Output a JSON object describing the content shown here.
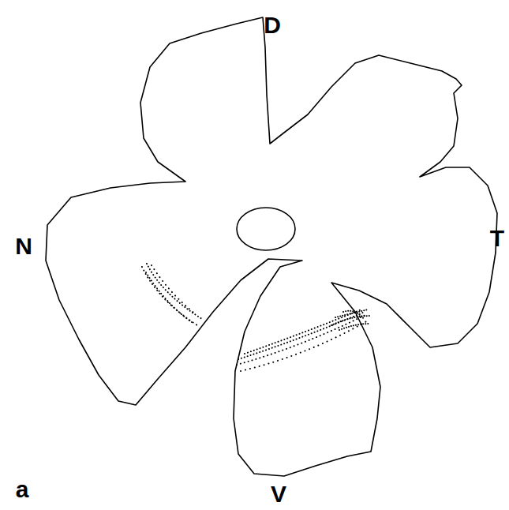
{
  "diagram": {
    "labels": [
      "D",
      "N",
      "T",
      "V",
      "a"
    ]
  }
}
